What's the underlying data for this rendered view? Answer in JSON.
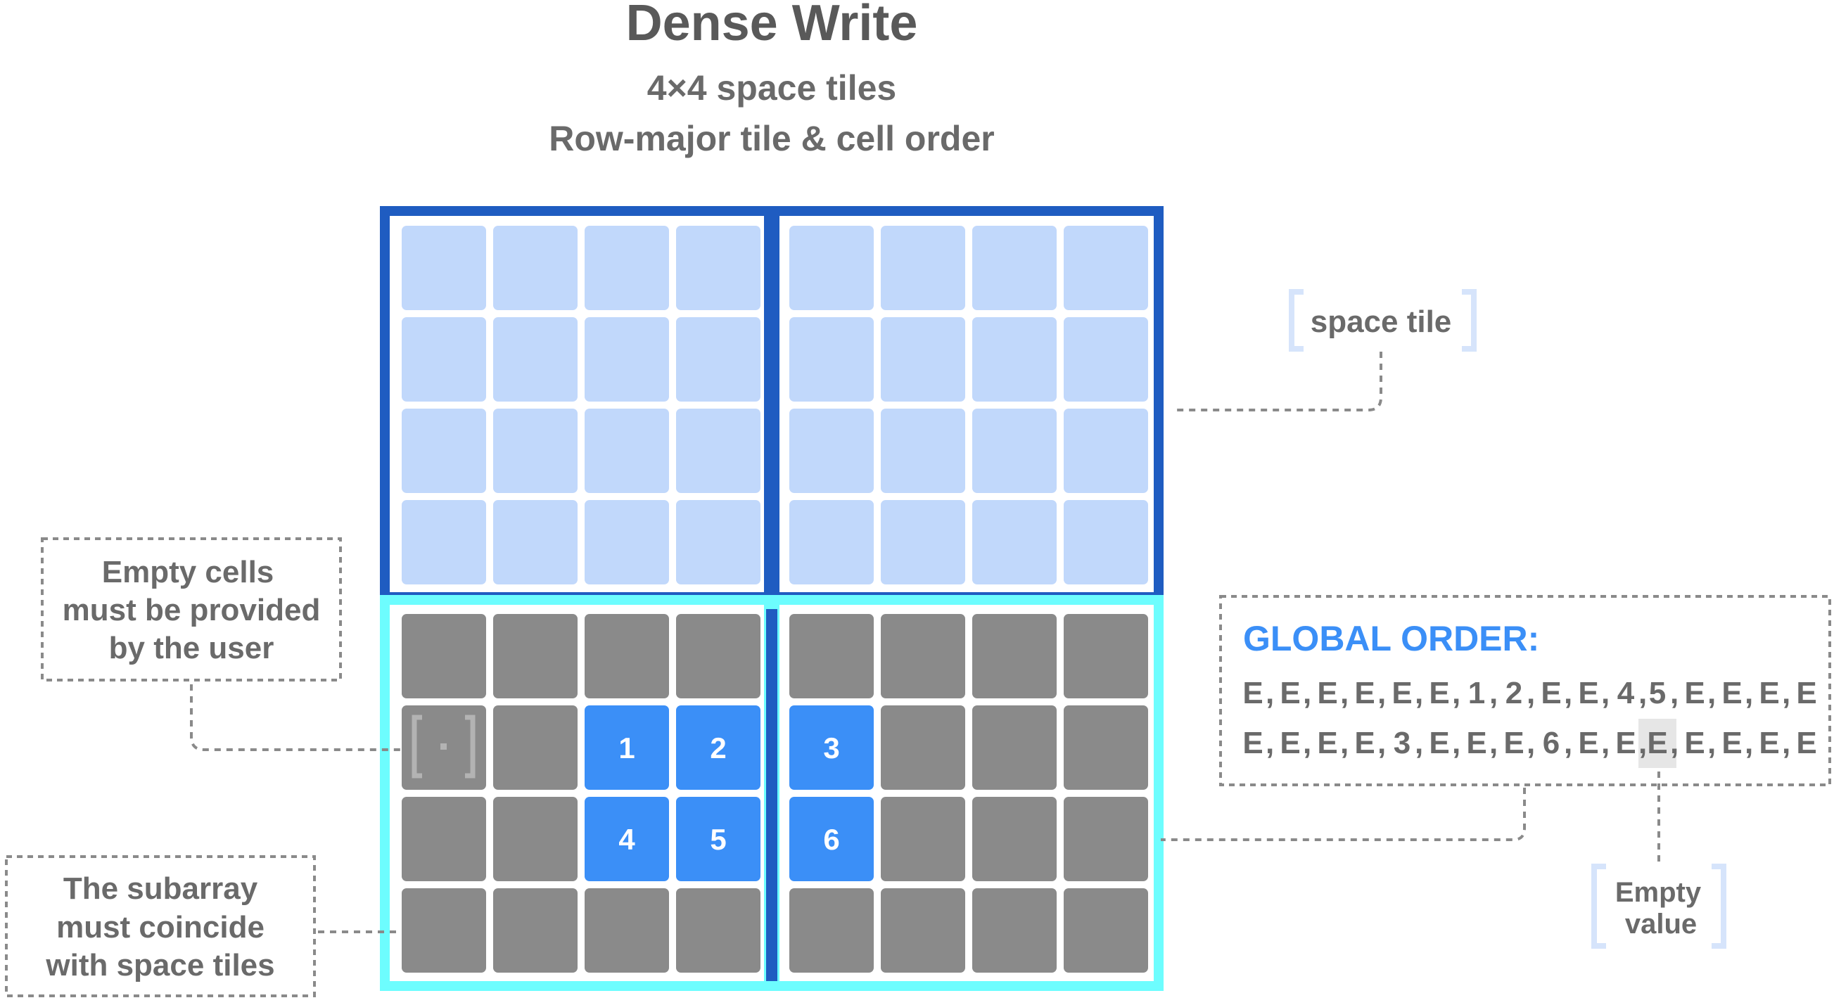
{
  "title": "Dense Write",
  "subtitle_lines": [
    "4×4 space tiles",
    "Row-major tile & cell order"
  ],
  "grid": {
    "rows": 8,
    "cols": 8,
    "tile_size": 4,
    "write_values": [
      {
        "row": 5,
        "col": 2,
        "label": "1"
      },
      {
        "row": 5,
        "col": 3,
        "label": "2"
      },
      {
        "row": 5,
        "col": 4,
        "label": "3"
      },
      {
        "row": 6,
        "col": 2,
        "label": "4"
      },
      {
        "row": 6,
        "col": 3,
        "label": "5"
      },
      {
        "row": 6,
        "col": 4,
        "label": "6"
      }
    ]
  },
  "annotations": {
    "space_tile": "space tile",
    "empty_cells_lines": [
      "Empty cells",
      "must be provided",
      "by the user"
    ],
    "subarray_lines": [
      "The subarray",
      "must coincide",
      "with space tiles"
    ],
    "global_order_title": "GLOBAL ORDER:",
    "global_order_rows": [
      [
        "E",
        "E",
        "E",
        "E",
        "E",
        "E",
        "1",
        "2",
        "E",
        "E",
        "4",
        "5",
        "E",
        "E",
        "E",
        "E"
      ],
      [
        "E",
        "E",
        "E",
        "E",
        "3",
        "E",
        "E",
        "E",
        "6",
        "E",
        "E",
        "E",
        "E",
        "E",
        "E",
        "E"
      ]
    ],
    "highlight_index": {
      "row": 1,
      "col": 11
    },
    "empty_value_lines": [
      "Empty",
      "value"
    ]
  },
  "colors": {
    "tile_border": "#1f5cc1",
    "subarray_border": "#6dfdfe",
    "light_cell": "#c1d8fb",
    "empty_cell": "#8a8a8a",
    "value_cell": "#3b8ff7",
    "accent_text": "#3b8ff7",
    "text": "#595959",
    "bracket": "#d6e4fb",
    "dashed": "#8a8a8a",
    "highlight": "#e6e6e6"
  }
}
